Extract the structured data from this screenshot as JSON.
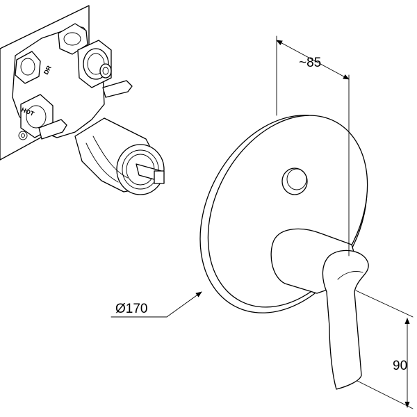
{
  "dimensions": {
    "depth": "~85",
    "diameter": "Ø170",
    "height": "90"
  },
  "valve_labels": {
    "outlet": "DR",
    "hot": "HOT"
  }
}
